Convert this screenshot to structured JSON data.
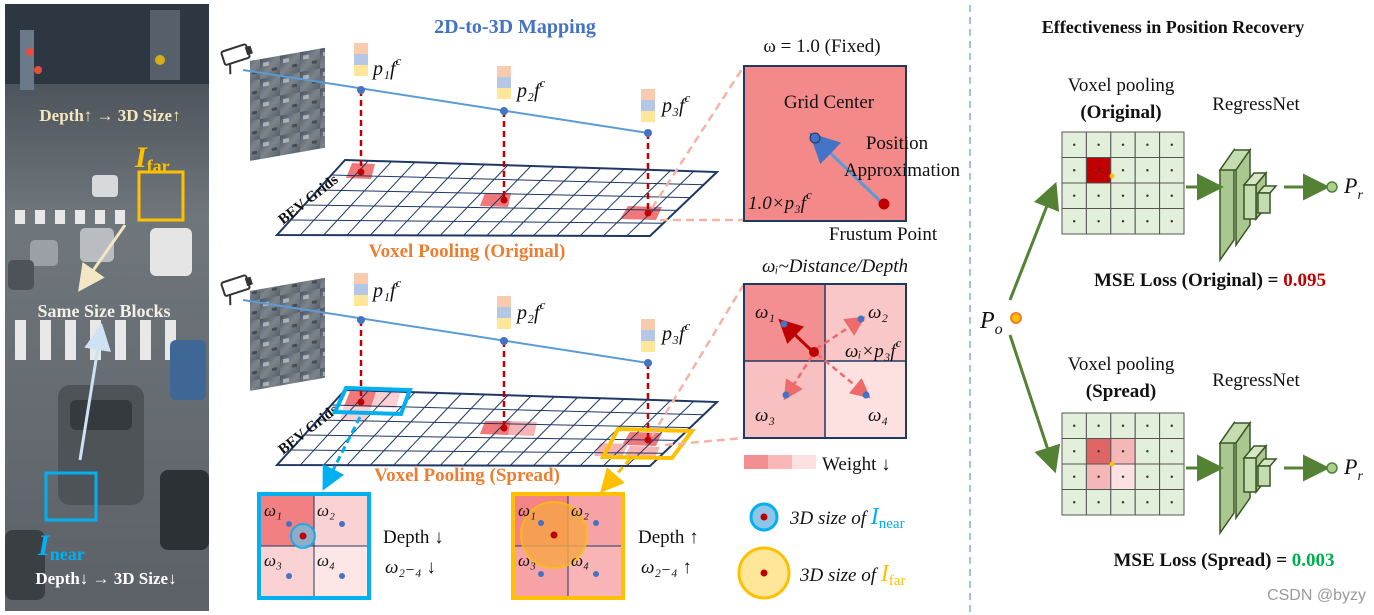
{
  "left_photo": {
    "depth_up": "Depth↑ → 3D Size↑",
    "far_label_main": "I",
    "far_label_sub": "far",
    "same_size": "Same Size Blocks",
    "near_label_main": "I",
    "near_label_sub": "near",
    "depth_down": "Depth↓ → 3D Size↓"
  },
  "middle": {
    "title": "2D-to-3D Mapping",
    "bev_grids": "BEV Grids",
    "pooling_original": "Voxel Pooling (Original)",
    "pooling_spread": "Voxel Pooling (Spread)",
    "p1": "p₁f",
    "p2": "p₂f",
    "p3": "p₃f",
    "sup_c": "c",
    "weight_fixed": "ω = 1.0 (Fixed)",
    "grid_center": "Grid Center",
    "position": "Position",
    "approximation": "Approximation",
    "one_p3f": "1.0×p₃f",
    "frustum_point": "Frustum Point",
    "weight_distance": "ωᵢ~Distance/Depth",
    "w1": "ω₁",
    "w2": "ω₂",
    "w3": "ω₃",
    "w4": "ω₄",
    "wi_p3f": "ωᵢ×p₃f",
    "weight_legend": "Weight ↓",
    "depth_down": "Depth ↓",
    "w24_down": "ω₂₋₄ ↓",
    "depth_up": "Depth ↑",
    "w24_up": "ω₂₋₄ ↑",
    "size_near_text": "3D size of",
    "size_near_main": "I",
    "size_near_sub": "near",
    "size_far_text": "3D size of",
    "size_far_main": "I",
    "size_far_sub": "far"
  },
  "right": {
    "title": "Effectiveness in Position Recovery",
    "vp_label": "Voxel pooling",
    "original": "(Original)",
    "spread": "(Spread)",
    "regressnet": "RegressNet",
    "po_main": "P",
    "po_sub": "o",
    "pr_main": "P",
    "pr_sub": "r",
    "mse_original_label": "MSE Loss (Original) = ",
    "mse_original_value": "0.095",
    "mse_spread_label": "MSE Loss (Spread) = ",
    "mse_spread_value": "0.003"
  },
  "watermark": "CSDN @byzy",
  "colors": {
    "blue_title": "#4472c4",
    "orange": "#ed7d31",
    "grid_line": "#1f3864",
    "red_dot": "#c00000",
    "cyan": "#00b0f0",
    "gold": "#ffc000",
    "green_arrow": "#548235",
    "mse_red": "#c00000",
    "mse_green": "#00b050"
  }
}
